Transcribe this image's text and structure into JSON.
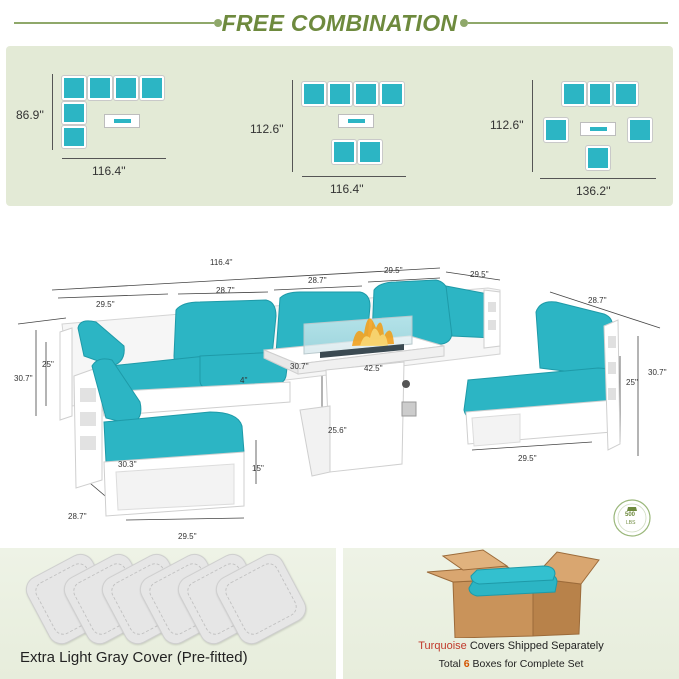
{
  "header": {
    "title": "FREE COMBINATION"
  },
  "combos": [
    {
      "height": "86.9''",
      "width": "116.4''"
    },
    {
      "height": "112.6''",
      "width": "116.4''"
    },
    {
      "height": "112.6''",
      "width": "136.2''"
    }
  ],
  "scene": {
    "dims": {
      "total_width": "116.4''",
      "seg_a": "29.5''",
      "seg_b": "28.7''",
      "seg_c": "28.7''",
      "seg_d": "29.5''",
      "corner_right": "29.5''",
      "chair_depth": "28.7''",
      "left_height": "30.7''",
      "left_seat": "25''",
      "table_depth": "30.7''",
      "table_length": "42.5''",
      "table_height": "25.6''",
      "leg": "4''",
      "back_depth": "30.3''",
      "ottoman_h": "15''",
      "ottoman_w": "29.5''",
      "ottoman_d": "28.7''",
      "chair_width": "29.5''",
      "chair_seat": "25''",
      "chair_height": "30.7''"
    },
    "badge": {
      "value": "500",
      "unit": "LBS"
    }
  },
  "bottom_left": {
    "label": "Extra Light Gray Cover (Pre-fitted)"
  },
  "bottom_right": {
    "line1_accent": "Turquoise",
    "line1_rest": " Covers Shipped Separately",
    "line2_pre": "Total ",
    "line2_num": "6",
    "line2_post": " Boxes for Complete Set"
  },
  "colors": {
    "turquoise": "#2cb5c4",
    "olive": "#6e8a3e",
    "band": "#e3ead6"
  }
}
